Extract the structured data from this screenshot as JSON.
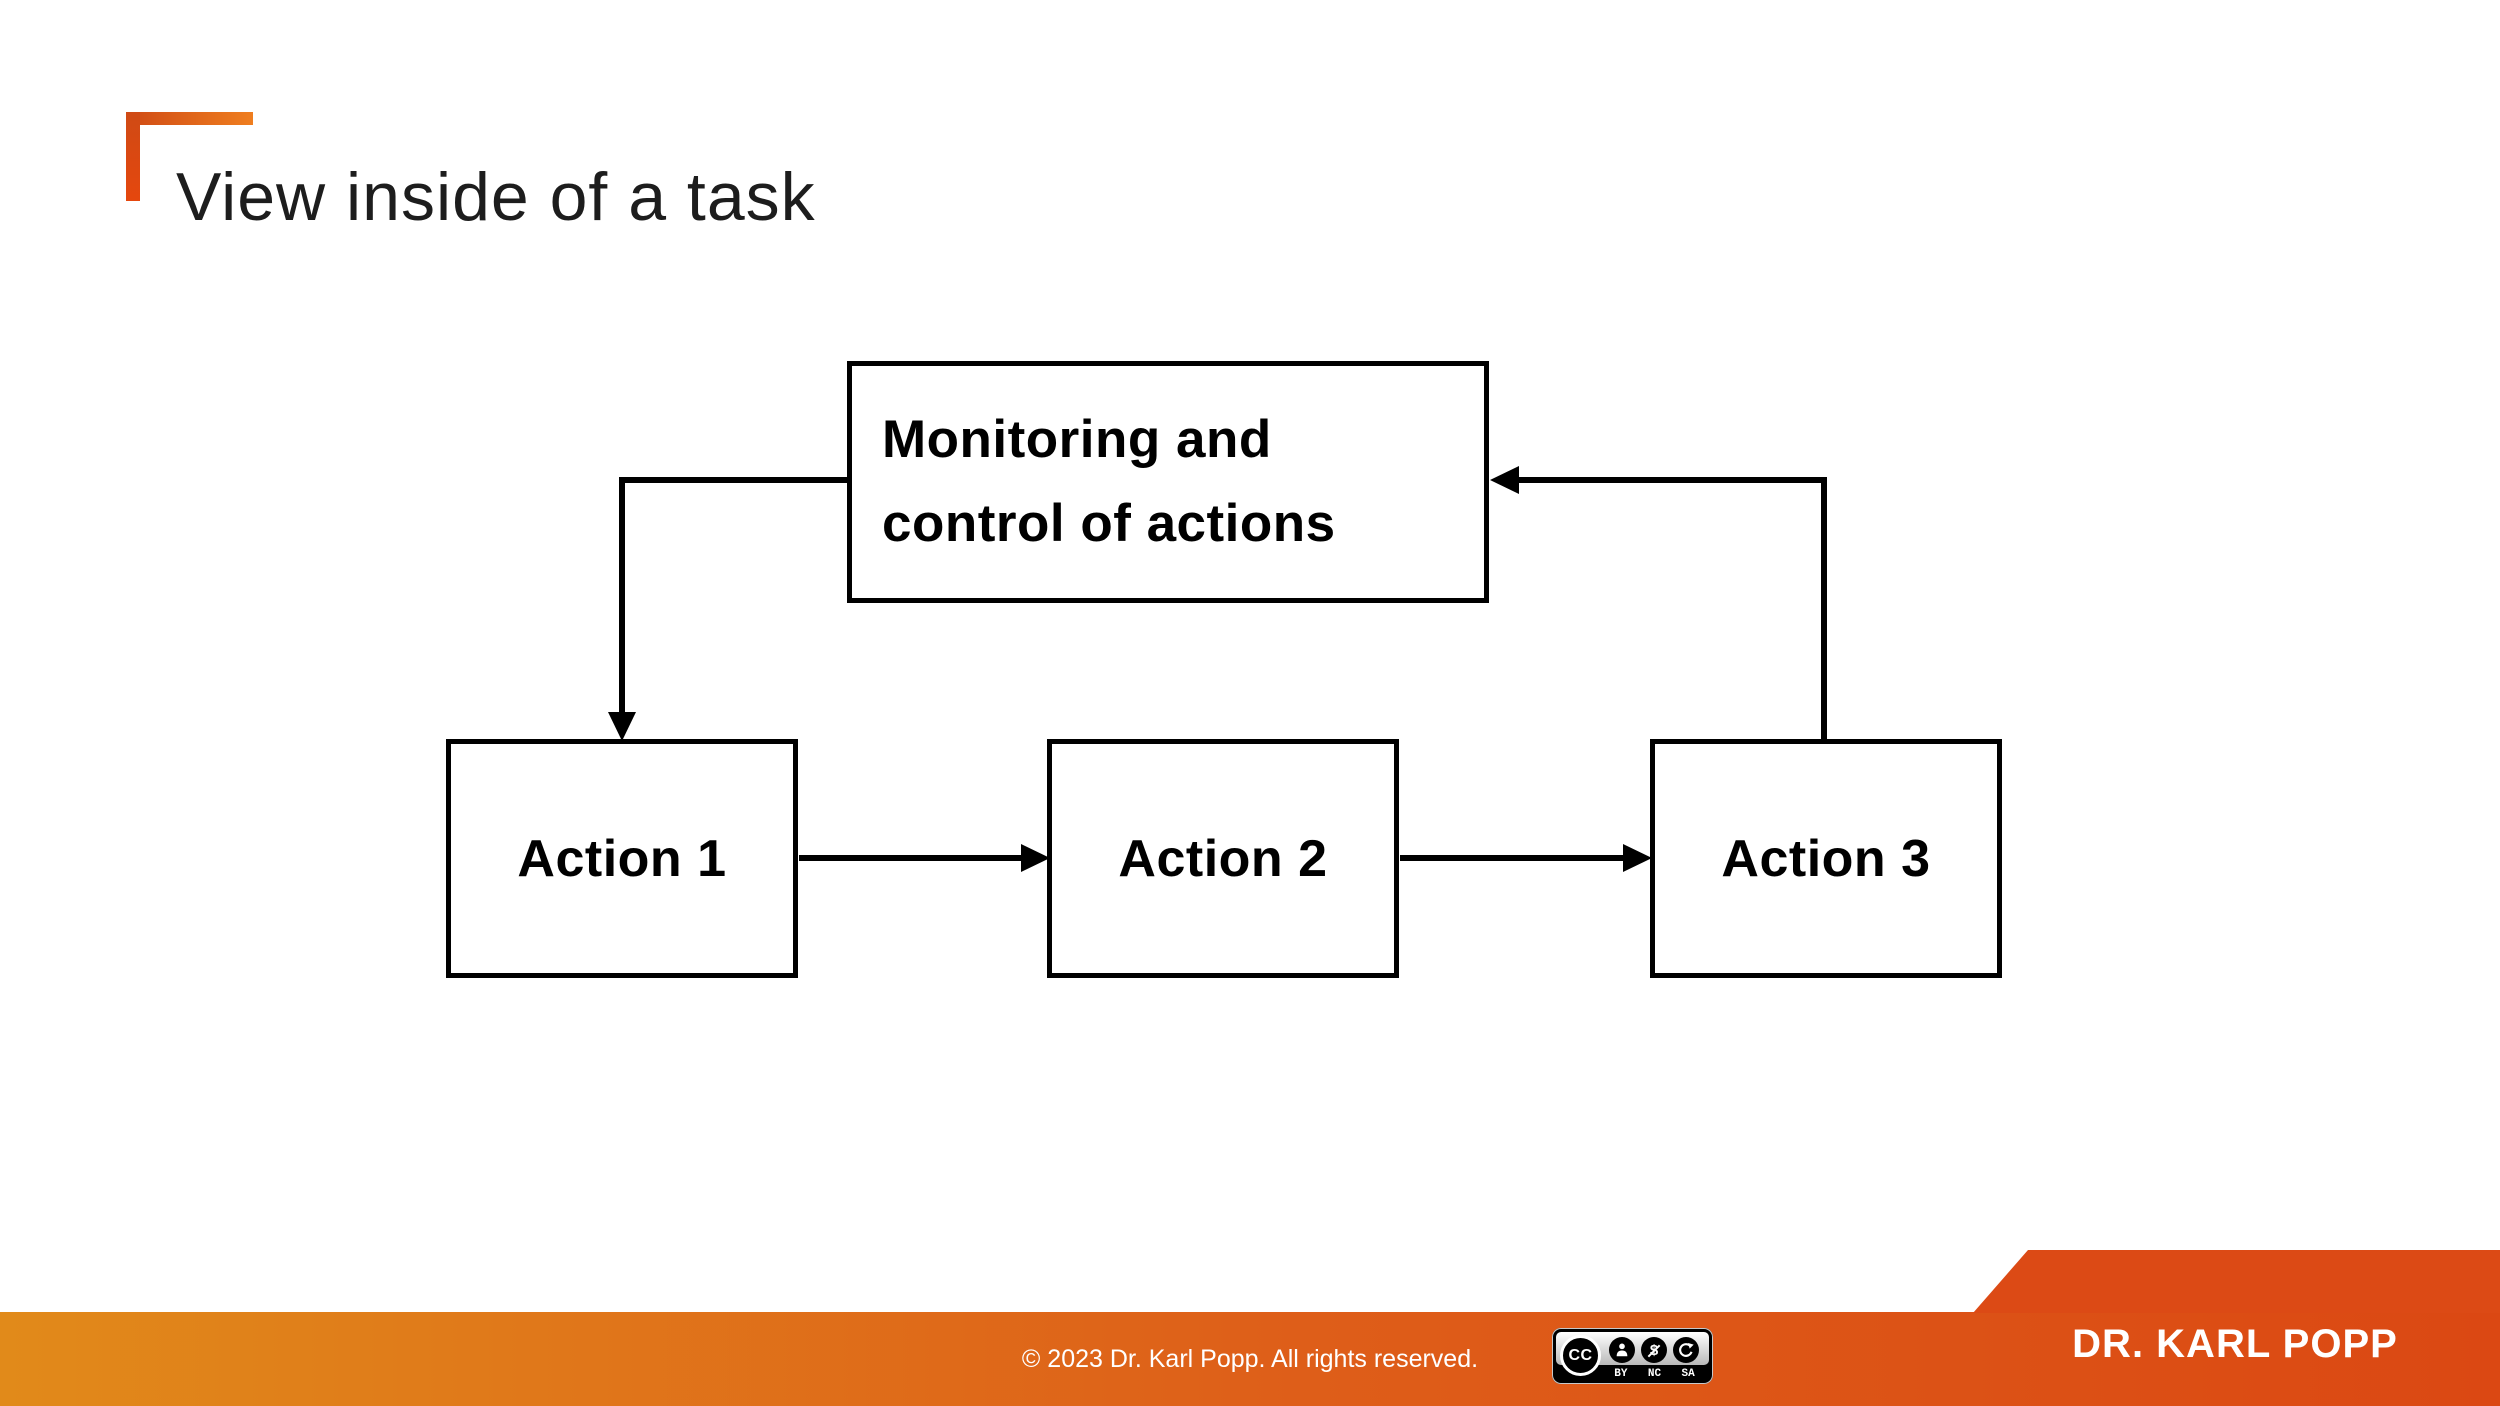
{
  "slide": {
    "title": "View inside of a task"
  },
  "diagram": {
    "monitoring_lines": [
      "Monitoring and",
      "control of actions"
    ],
    "monitoring_label": "Monitoring and control of actions",
    "actions": [
      {
        "label": "Action 1"
      },
      {
        "label": "Action 2"
      },
      {
        "label": "Action 3"
      }
    ],
    "flow": [
      "Monitoring and control of actions -> Action 1",
      "Action 1 -> Action 2",
      "Action 2 -> Action 3",
      "Action 3 -> Monitoring and control of actions"
    ]
  },
  "footer": {
    "copyright": "© 2023 Dr. Karl Popp. All rights reserved.",
    "author": "DR. KARL POPP",
    "cc": {
      "logo": "CC",
      "labels": [
        "BY",
        "NC",
        "SA"
      ],
      "nc_glyph": "$"
    }
  },
  "colors": {
    "accent_dark_orange": "#db4813",
    "accent_golden_orange": "#e18a1a",
    "banner_orange": "#dc4a15",
    "bracket_dark": "#cf4a15",
    "bracket_light": "#ef7e1f",
    "diagram_line": "#000000",
    "title_text": "#1d1d1d"
  }
}
